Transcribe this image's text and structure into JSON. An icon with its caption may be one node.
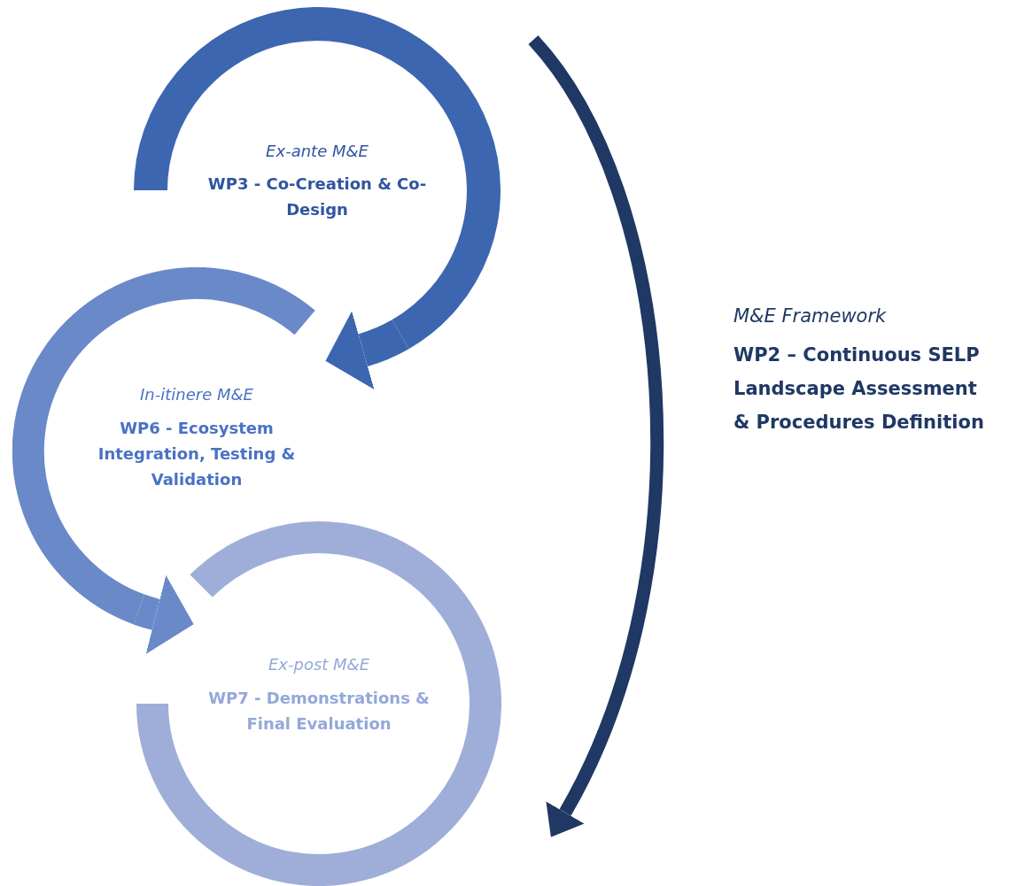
{
  "diagram": {
    "nodes": [
      {
        "text": [
          "Ex-ante M&E",
          "WP3 - Co-Creation & Co-Design"
        ]
      },
      {
        "text": [
          "In-itinere M&E",
          "WP6 - Ecosystem Integration, Testing & Validation"
        ]
      },
      {
        "text": [
          "Ex-post M&E",
          "WP7 - Demonstrations & Final Evaluation"
        ]
      }
    ],
    "edges": [
      {
        "from": 0,
        "to": 1,
        "arrow": "to",
        "color": "#3d66b0"
      },
      {
        "from": 1,
        "to": 2,
        "arrow": "to",
        "color": "#6a89c8"
      }
    ],
    "labels": [
      "M&E Framework",
      "WP2 – Continuous SELP Landscape Assessment & Procedures Definition"
    ]
  }
}
